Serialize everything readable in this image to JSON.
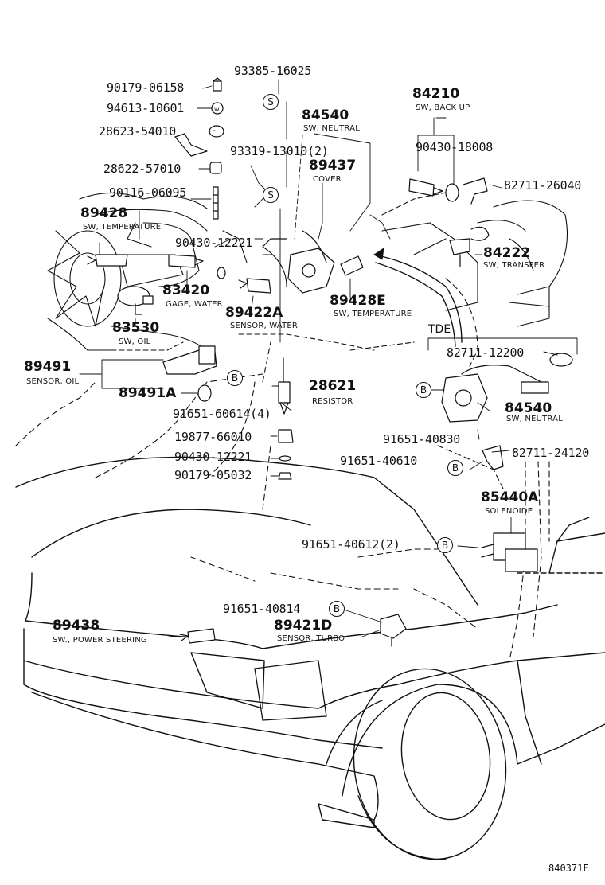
{
  "diagram": {
    "figure_id": "840371F",
    "tde_label": "TDE",
    "parts": [
      {
        "id": "p01",
        "number": "93385-16025",
        "caption": ""
      },
      {
        "id": "p02",
        "number": "90179-06158",
        "caption": ""
      },
      {
        "id": "p03",
        "number": "94613-10601",
        "caption": ""
      },
      {
        "id": "p04",
        "number": "28623-54010",
        "caption": ""
      },
      {
        "id": "p05",
        "number": "84540",
        "caption": "SW, NEUTRAL"
      },
      {
        "id": "p06",
        "number": "84210",
        "caption": "SW, BACK UP"
      },
      {
        "id": "p07",
        "number": "90430-18008",
        "caption": ""
      },
      {
        "id": "p08",
        "number": "93319-13010(2)",
        "caption": ""
      },
      {
        "id": "p09",
        "number": "89437",
        "caption": "COVER"
      },
      {
        "id": "p10",
        "number": "28622-57010",
        "caption": ""
      },
      {
        "id": "p11",
        "number": "82711-26040",
        "caption": ""
      },
      {
        "id": "p12",
        "number": "90116-06095",
        "caption": ""
      },
      {
        "id": "p13",
        "number": "89428",
        "caption": "SW, TEMPERATURE"
      },
      {
        "id": "p14",
        "number": "90430-12221",
        "caption": ""
      },
      {
        "id": "p15",
        "number": "84222",
        "caption": "SW, TRANSFER"
      },
      {
        "id": "p16",
        "number": "83420",
        "caption": "GAGE, WATER"
      },
      {
        "id": "p17",
        "number": "89428E",
        "caption": "SW, TEMPERATURE"
      },
      {
        "id": "p18",
        "number": "89422A",
        "caption": "SENSOR, WATER"
      },
      {
        "id": "p19",
        "number": "83530",
        "caption": "SW, OIL"
      },
      {
        "id": "p20",
        "number": "82711-12200",
        "caption": ""
      },
      {
        "id": "p21",
        "number": "89491",
        "caption": "SENSOR, OIL"
      },
      {
        "id": "p22",
        "number": "28621",
        "caption": "RESISTOR"
      },
      {
        "id": "p23",
        "number": "89491A",
        "caption": ""
      },
      {
        "id": "p24",
        "number": "91651-60614(4)",
        "caption": ""
      },
      {
        "id": "p25",
        "number": "84540",
        "caption": "SW, NEUTRAL"
      },
      {
        "id": "p26",
        "number": "91651-40830",
        "caption": ""
      },
      {
        "id": "p27",
        "number": "19877-66010",
        "caption": ""
      },
      {
        "id": "p28",
        "number": "90430-12221",
        "caption": ""
      },
      {
        "id": "p29",
        "number": "91651-40610",
        "caption": ""
      },
      {
        "id": "p30",
        "number": "82711-24120",
        "caption": ""
      },
      {
        "id": "p31",
        "number": "90179-05032",
        "caption": ""
      },
      {
        "id": "p32",
        "number": "85440A",
        "caption": "SOLENOIDE"
      },
      {
        "id": "p33",
        "number": "91651-40612(2)",
        "caption": ""
      },
      {
        "id": "p34",
        "number": "91651-40814",
        "caption": ""
      },
      {
        "id": "p35",
        "number": "89438",
        "caption": "SW., POWER STEERING"
      },
      {
        "id": "p36",
        "number": "89421D",
        "caption": "SENSOR, TURBO"
      }
    ],
    "markers": {
      "s": "S",
      "b": "B"
    }
  }
}
